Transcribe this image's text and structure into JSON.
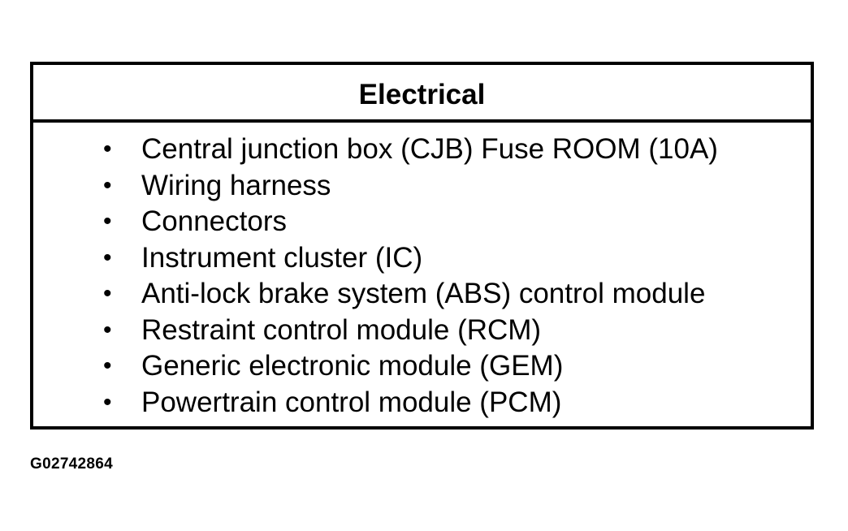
{
  "table": {
    "title": "Electrical",
    "items": [
      "Central junction box (CJB) Fuse ROOM (10A)",
      "Wiring harness",
      "Connectors",
      "Instrument cluster (IC)",
      "Anti-lock brake system (ABS) control module",
      "Restraint control module (RCM)",
      "Generic electronic module (GEM)",
      "Powertrain control module (PCM)"
    ],
    "bullet_glyph": "•"
  },
  "figure_id": "G02742864"
}
